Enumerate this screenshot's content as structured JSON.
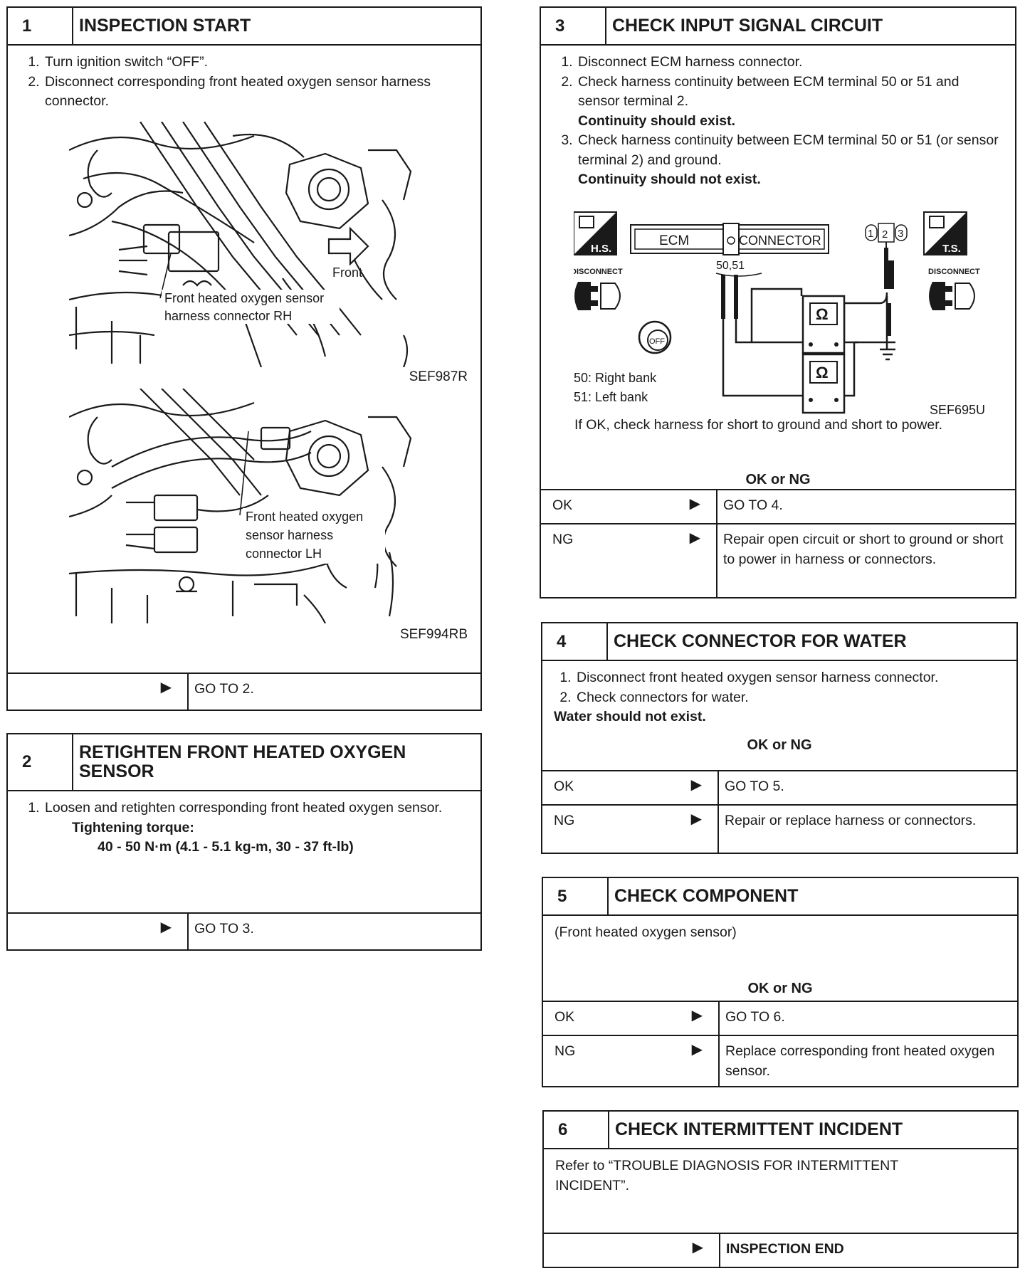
{
  "step1": {
    "num": "1",
    "title": "INSPECTION START",
    "steps": [
      "Turn ignition switch “OFF”.",
      "Disconnect corresponding front heated oxygen sensor harness connector."
    ],
    "fig1_label_front": "Front",
    "fig1_label_line1": "Front heated oxygen sensor",
    "fig1_label_line2": "harness connector RH",
    "fig1_code": "SEF987R",
    "fig2_label_line1": "Front heated oxygen",
    "fig2_label_line2": "sensor harness",
    "fig2_label_line3": "connector LH",
    "fig2_code": "SEF994RB",
    "arrow": "▶",
    "next": "GO TO 2."
  },
  "step2": {
    "num": "2",
    "title_line1": "RETIGHTEN FRONT HEATED OXYGEN",
    "title_line2": "SENSOR",
    "steps": [
      "Loosen and retighten corresponding front heated oxygen sensor."
    ],
    "torque_label": "Tightening torque:",
    "torque_value": "40 - 50 N·m (4.1 - 5.1 kg-m, 30 - 37 ft-lb)",
    "arrow": "▶",
    "next": "GO TO 3."
  },
  "step3": {
    "num": "3",
    "title": "CHECK INPUT SIGNAL CIRCUIT",
    "steps": [
      "Disconnect ECM harness connector.",
      "Check harness continuity between ECM terminal 50 or 51 and sensor terminal 2.",
      "Check harness continuity between ECM terminal 50 or 51 (or sensor terminal 2) and ground."
    ],
    "cont_exist": "Continuity should exist.",
    "cont_not": "Continuity should not exist.",
    "diag": {
      "hs": "H.S.",
      "ts": "T.S.",
      "disconnect": "DISCONNECT",
      "ecm": "ECM",
      "connector": "CONNECTOR",
      "terminals": "50,51",
      "t1": "1",
      "t2": "2",
      "t3": "3",
      "ohm": "Ω",
      "off": "OFF",
      "bank50": "50:  Right bank",
      "bank51": "51:  Left bank",
      "code": "SEF695U"
    },
    "note": "If OK, check harness for short to ground and short to power.",
    "okng": "OK or NG",
    "ok": "OK",
    "ok_action": "GO TO 4.",
    "ng": "NG",
    "ng_action": "Repair open circuit or short to ground or short to power in harness or connectors.",
    "arrow": "▶"
  },
  "step4": {
    "num": "4",
    "title": "CHECK CONNECTOR FOR WATER",
    "steps": [
      "Disconnect front heated oxygen sensor harness connector.",
      "Check connectors for water."
    ],
    "water": "Water should not exist.",
    "okng": "OK or NG",
    "ok": "OK",
    "ok_action": "GO TO 5.",
    "ng": "NG",
    "ng_action": "Repair or replace harness or connectors.",
    "arrow": "▶"
  },
  "step5": {
    "num": "5",
    "title": "CHECK COMPONENT",
    "text": "(Front heated oxygen sensor)",
    "okng": "OK or NG",
    "ok": "OK",
    "ok_action": "GO TO 6.",
    "ng": "NG",
    "ng_action": "Replace corresponding front heated oxygen sensor.",
    "arrow": "▶"
  },
  "step6": {
    "num": "6",
    "title": "CHECK INTERMITTENT INCIDENT",
    "text": "Refer to “TROUBLE DIAGNOSIS FOR INTERMITTENT INCIDENT”.",
    "arrow": "▶",
    "next": "INSPECTION END"
  }
}
